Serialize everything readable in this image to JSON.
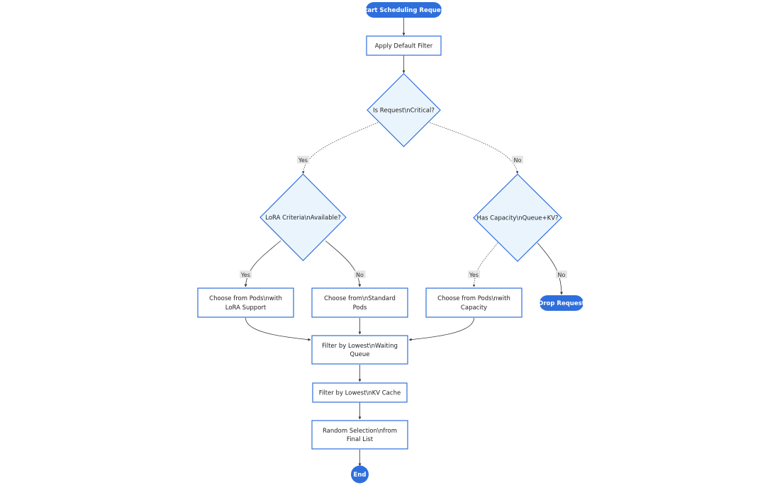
{
  "colors": {
    "accent": "#2f6fdc",
    "diamond_fill": "#eaf4fc",
    "edge": "#333333",
    "label_bg": "#e6e6e6"
  },
  "nodes": {
    "start": "Start Scheduling Request",
    "default_filter": "Apply Default Filter",
    "is_critical": [
      "Is Request\\nCritical?"
    ],
    "lora_available": [
      "LoRA Criteria\\nAvailable?"
    ],
    "has_capacity": [
      "Has Capacity\\nQueue+KV?"
    ],
    "choose_lora": [
      "Choose from Pods\\nwith",
      "LoRA Support"
    ],
    "choose_standard": [
      "Choose from\\nStandard",
      "Pods"
    ],
    "choose_capacity": [
      "Choose from Pods\\nwith",
      "Capacity"
    ],
    "drop_request": "Drop Request",
    "filter_waiting": [
      "Filter by Lowest\\nWaiting",
      "Queue"
    ],
    "filter_kv": [
      "Filter by Lowest\\nKV Cache"
    ],
    "random_selection": [
      "Random Selection\\nfrom",
      "Final List"
    ],
    "end": "End"
  },
  "edge_labels": {
    "critical_yes": "Yes",
    "critical_no": "No",
    "lora_yes": "Yes",
    "lora_no": "No",
    "capacity_yes": "Yes",
    "capacity_no": "No"
  }
}
